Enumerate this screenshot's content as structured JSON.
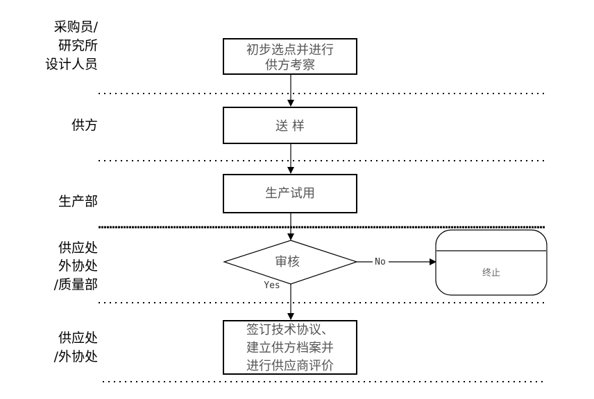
{
  "lanes": [
    {
      "label_lines": [
        "采购员/",
        "研究所",
        "设计人员"
      ]
    },
    {
      "label_lines": [
        "供方"
      ]
    },
    {
      "label_lines": [
        "生产部"
      ]
    },
    {
      "label_lines": [
        "供应处",
        "外协处",
        "/质量部"
      ]
    },
    {
      "label_lines": [
        "供应处",
        "/外协处"
      ]
    }
  ],
  "steps": [
    {
      "id": "initial-selection",
      "type": "process",
      "lines": [
        "初步选点并进行",
        "供方考察"
      ]
    },
    {
      "id": "send-samples",
      "type": "process",
      "lines": [
        "送 样"
      ]
    },
    {
      "id": "production-trial",
      "type": "process",
      "lines": [
        "生产试用"
      ]
    },
    {
      "id": "review",
      "type": "decision",
      "lines": [
        "审核"
      ]
    },
    {
      "id": "sign-agreement",
      "type": "process",
      "lines": [
        "签订技术协议、",
        "建立供方档案并",
        "进行供应商评价"
      ]
    },
    {
      "id": "terminate",
      "type": "terminator",
      "lines": [
        "终止"
      ]
    }
  ],
  "connectors": {
    "yes_label": "Yes",
    "no_label": "No"
  }
}
